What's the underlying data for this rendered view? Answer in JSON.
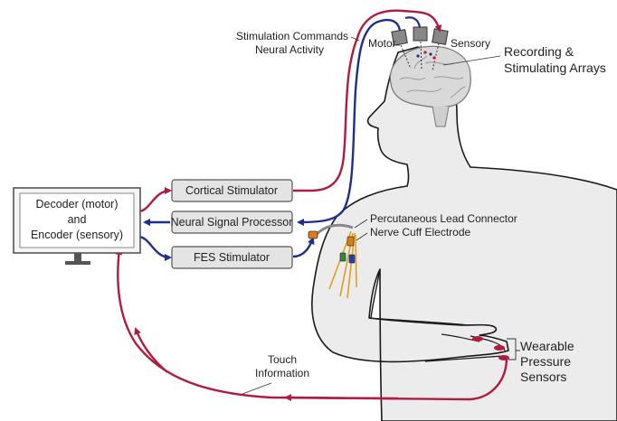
{
  "colors": {
    "efferent": "#b01c3e",
    "afferent": "#1f2f8a",
    "body_fill": "#ececec",
    "body_stroke": "#1a1a1a",
    "box_fill": "#e4e4e4",
    "box_stroke": "#555555",
    "brain_fill": "#d9d9d9"
  },
  "computer": {
    "label_lines": [
      "Decoder (motor)",
      "and",
      "Encoder (sensory)"
    ]
  },
  "modules": {
    "cortical_stimulator": "Cortical Stimulator",
    "neural_signal_processor": "Neural Signal Processor",
    "fes_stimulator": "FES Stimulator"
  },
  "signals": {
    "stimulation_commands": "Stimulation Commands",
    "neural_activity": "Neural Activity",
    "touch_information_lines": [
      "Touch",
      "Information"
    ]
  },
  "brain_labels": {
    "motor": "Motor",
    "sensory": "Sensory",
    "arrays_lines": [
      "Recording &",
      "Stimulating Arrays"
    ]
  },
  "arm_labels": {
    "percutaneous": "Percutaneous Lead Connector",
    "nerve_cuff": "Nerve Cuff Electrode"
  },
  "hand_labels": {
    "sensors_lines": [
      "Wearable",
      "Pressure",
      "Sensors"
    ]
  }
}
